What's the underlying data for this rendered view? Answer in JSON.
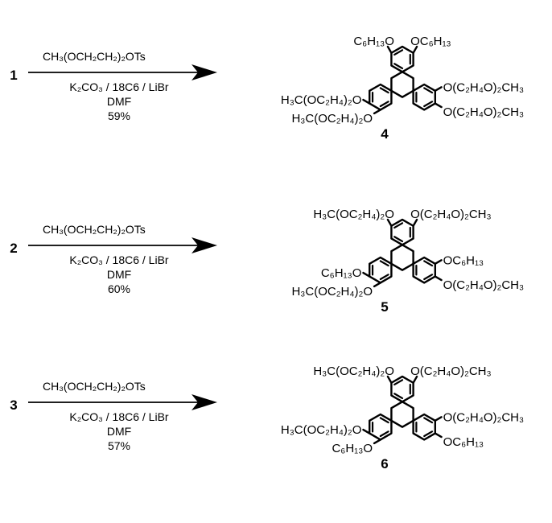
{
  "reactions": [
    {
      "reactant": "1",
      "reagent": "CH₃(OCH₂CH₂)₂OTs",
      "conditions": [
        "K₂CO₃ / 18C6 / LiBr",
        "DMF"
      ],
      "yield": "59%",
      "product": "4",
      "substituents": {
        "top_left": "C₆H₁₃O",
        "top_right": "OC₆H₁₃",
        "mid_left": "H₃C(OC₂H₄)₂O",
        "mid_right": "O(C₂H₄O)₂CH₃",
        "bot_left": "H₃C(OC₂H₄)₂O",
        "bot_right": "O(C₂H₄O)₂CH₃"
      }
    },
    {
      "reactant": "2",
      "reagent": "CH₃(OCH₂CH₂)₂OTs",
      "conditions": [
        "K₂CO₃ / 18C6 / LiBr",
        "DMF"
      ],
      "yield": "60%",
      "product": "5",
      "substituents": {
        "top_left": "H₃C(OC₂H₄)₂O",
        "top_right": "O(C₂H₄O)₂CH₃",
        "mid_left": "C₆H₁₃O",
        "mid_right": "OC₆H₁₃",
        "bot_left": "H₃C(OC₂H₄)₂O",
        "bot_right": "O(C₂H₄O)₂CH₃"
      }
    },
    {
      "reactant": "3",
      "reagent": "CH₃(OCH₂CH₂)₂OTs",
      "conditions": [
        "K₂CO₃ / 18C6 / LiBr",
        "DMF"
      ],
      "yield": "57%",
      "product": "6",
      "substituents": {
        "top_left": "H₃C(OC₂H₄)₂O",
        "top_right": "O(C₂H₄O)₂CH₃",
        "mid_left": "H₃C(OC₂H₄)₂O",
        "mid_right": "O(C₂H₄O)₂CH₃",
        "bot_left": "C₆H₁₃O",
        "bot_right": "OC₆H₁₃"
      }
    }
  ]
}
